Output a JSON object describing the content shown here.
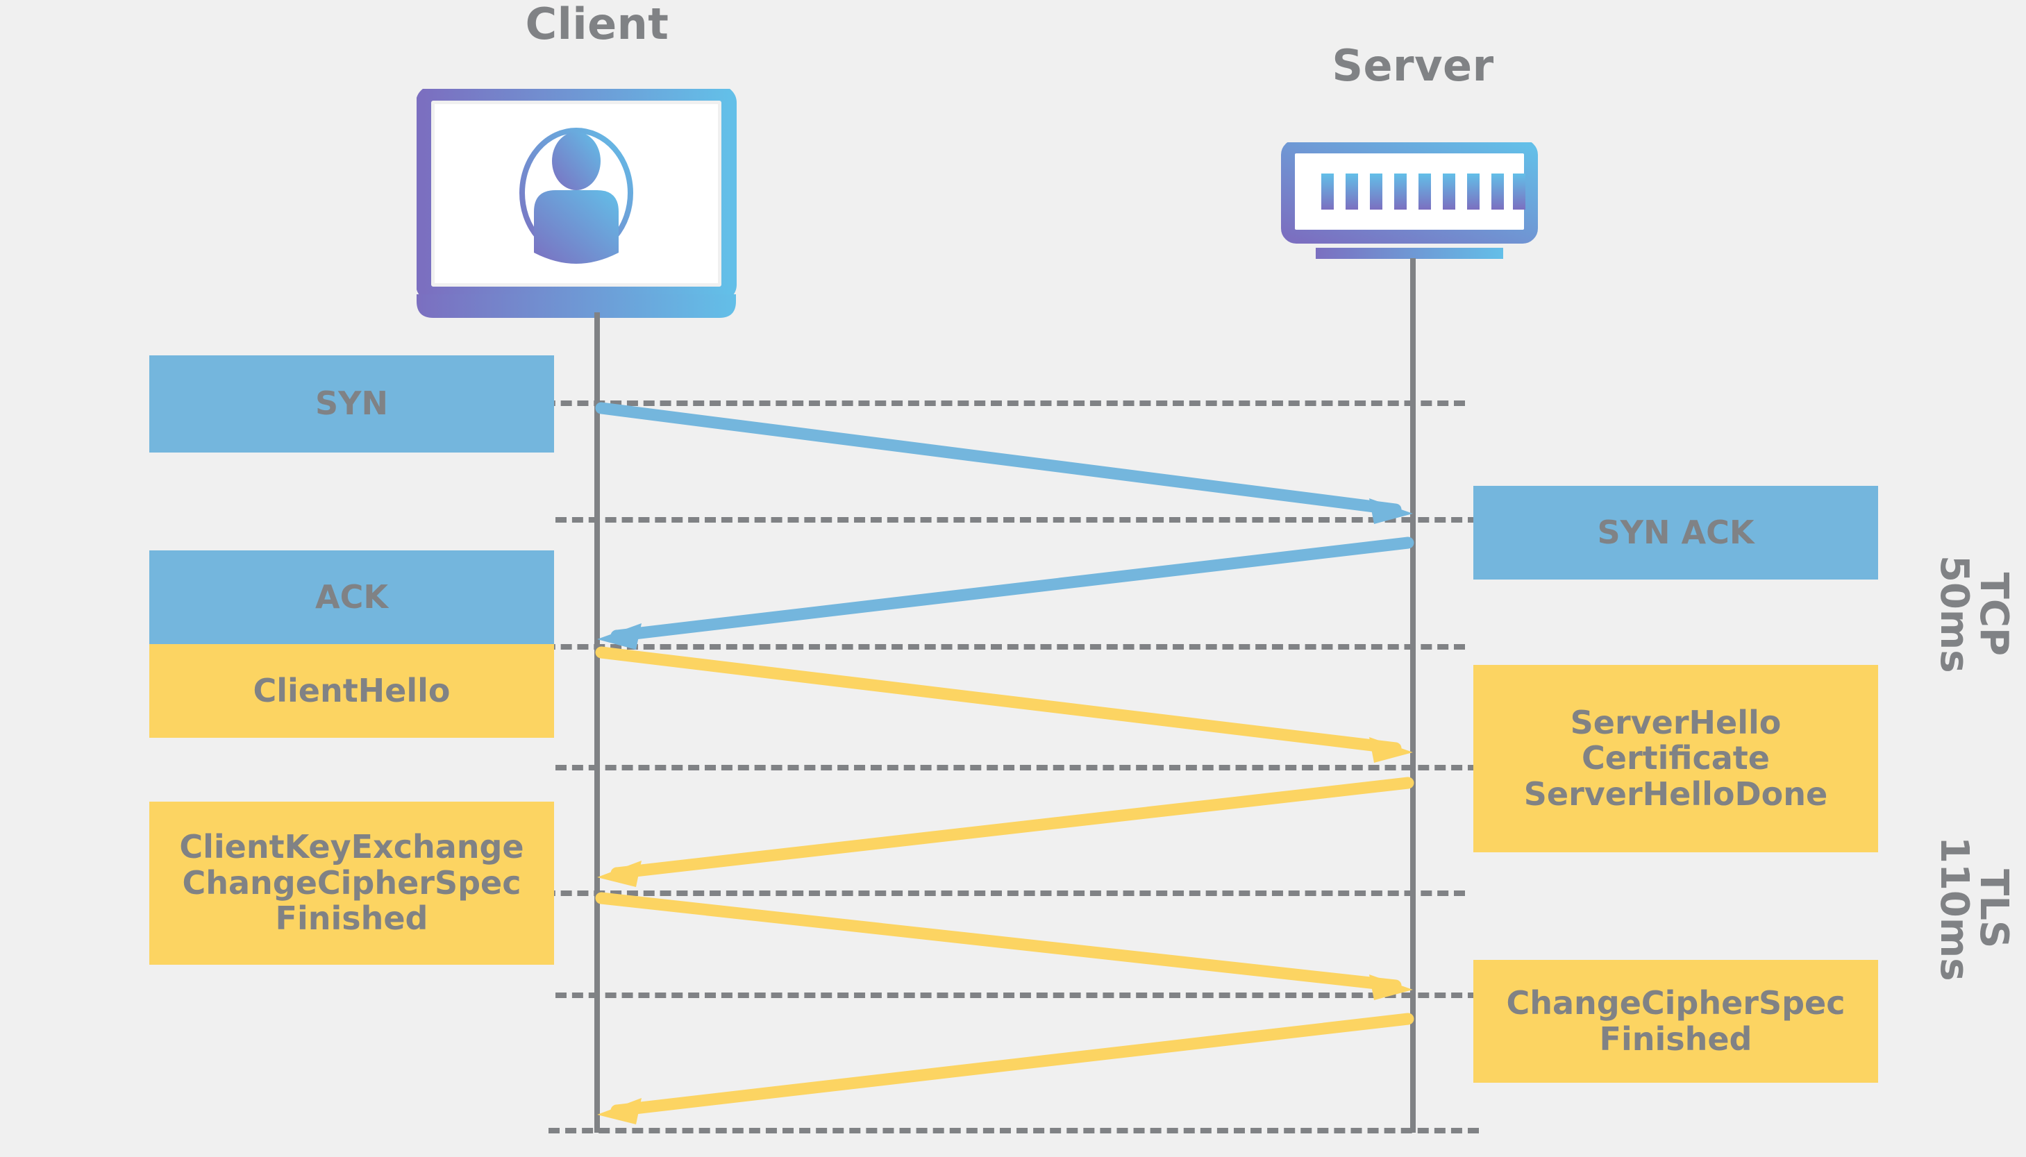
{
  "diagram": {
    "title_client": "Client",
    "title_server": "Server",
    "background_color": "#f0f0f0",
    "tcp_color": "#74b6dd",
    "tls_color": "#fcd462",
    "text_color": "#808285"
  },
  "nodes": {
    "client": {
      "label": "Client",
      "icon": "laptop-user-icon"
    },
    "server": {
      "label": "Server",
      "icon": "server-rack-icon",
      "bar_count": 9
    }
  },
  "messages": {
    "syn": {
      "label": "SYN",
      "protocol": "TCP",
      "direction": "client-to-server"
    },
    "syn_ack": {
      "label": "SYN ACK",
      "protocol": "TCP",
      "direction": "server-to-client"
    },
    "ack": {
      "label": "ACK",
      "protocol": "TCP",
      "direction": "client-to-server"
    },
    "client_hello": {
      "label": "ClientHello",
      "protocol": "TLS",
      "direction": "client-to-server"
    },
    "server_hello": {
      "lines": [
        "ServerHello",
        "Certificate",
        "ServerHelloDone"
      ],
      "protocol": "TLS",
      "direction": "server-to-client"
    },
    "client_key_exchange": {
      "lines": [
        "ClientKeyExchange",
        "ChangeCipherSpec",
        "Finished"
      ],
      "protocol": "TLS",
      "direction": "client-to-server"
    },
    "server_change_cipher": {
      "lines": [
        "ChangeCipherSpec",
        "Finished"
      ],
      "protocol": "TLS",
      "direction": "server-to-client"
    }
  },
  "phases": [
    {
      "name": "TCP",
      "duration": "50ms"
    },
    {
      "name": "TLS",
      "duration": "110ms"
    }
  ]
}
